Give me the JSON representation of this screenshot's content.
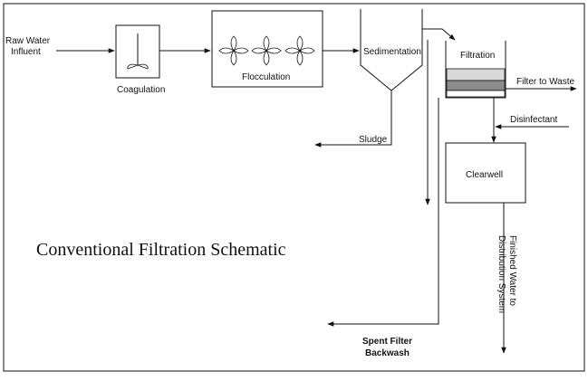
{
  "title": "Conventional Filtration Schematic",
  "labels": {
    "raw_water_line1": "Raw Water",
    "raw_water_line2": "Influent",
    "coagulation": "Coagulation",
    "flocculation": "Flocculation",
    "sedimentation": "Sedimentation",
    "filtration": "Filtration",
    "filter_to_waste": "Filter to Waste",
    "disinfectant": "Disinfectant",
    "sludge": "Sludge",
    "clearwell": "Clearwell",
    "finished_water_line1": "Finished Water to",
    "finished_water_line2": "Distribution System",
    "spent_backwash_line1": "Spent Filter",
    "spent_backwash_line2": "Backwash"
  },
  "colors": {
    "line": "#111111",
    "filter_media_light": "#d9d9d9",
    "filter_media_dark": "#8c8c8c"
  }
}
